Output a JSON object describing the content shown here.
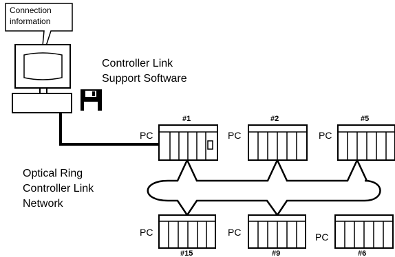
{
  "callout": {
    "line1": "Connection",
    "line2": "information"
  },
  "software": {
    "line1": "Controller Link",
    "line2": "Support Software"
  },
  "network": {
    "line1": "Optical Ring",
    "line2": "Controller Link",
    "line3": "Network"
  },
  "nodes": [
    {
      "number": "#1",
      "label": "PC"
    },
    {
      "number": "#2",
      "label": "PC"
    },
    {
      "number": "#5",
      "label": "PC"
    },
    {
      "number": "#15",
      "label": "PC"
    },
    {
      "number": "#9",
      "label": "PC"
    },
    {
      "number": "#6",
      "label": "PC"
    }
  ]
}
